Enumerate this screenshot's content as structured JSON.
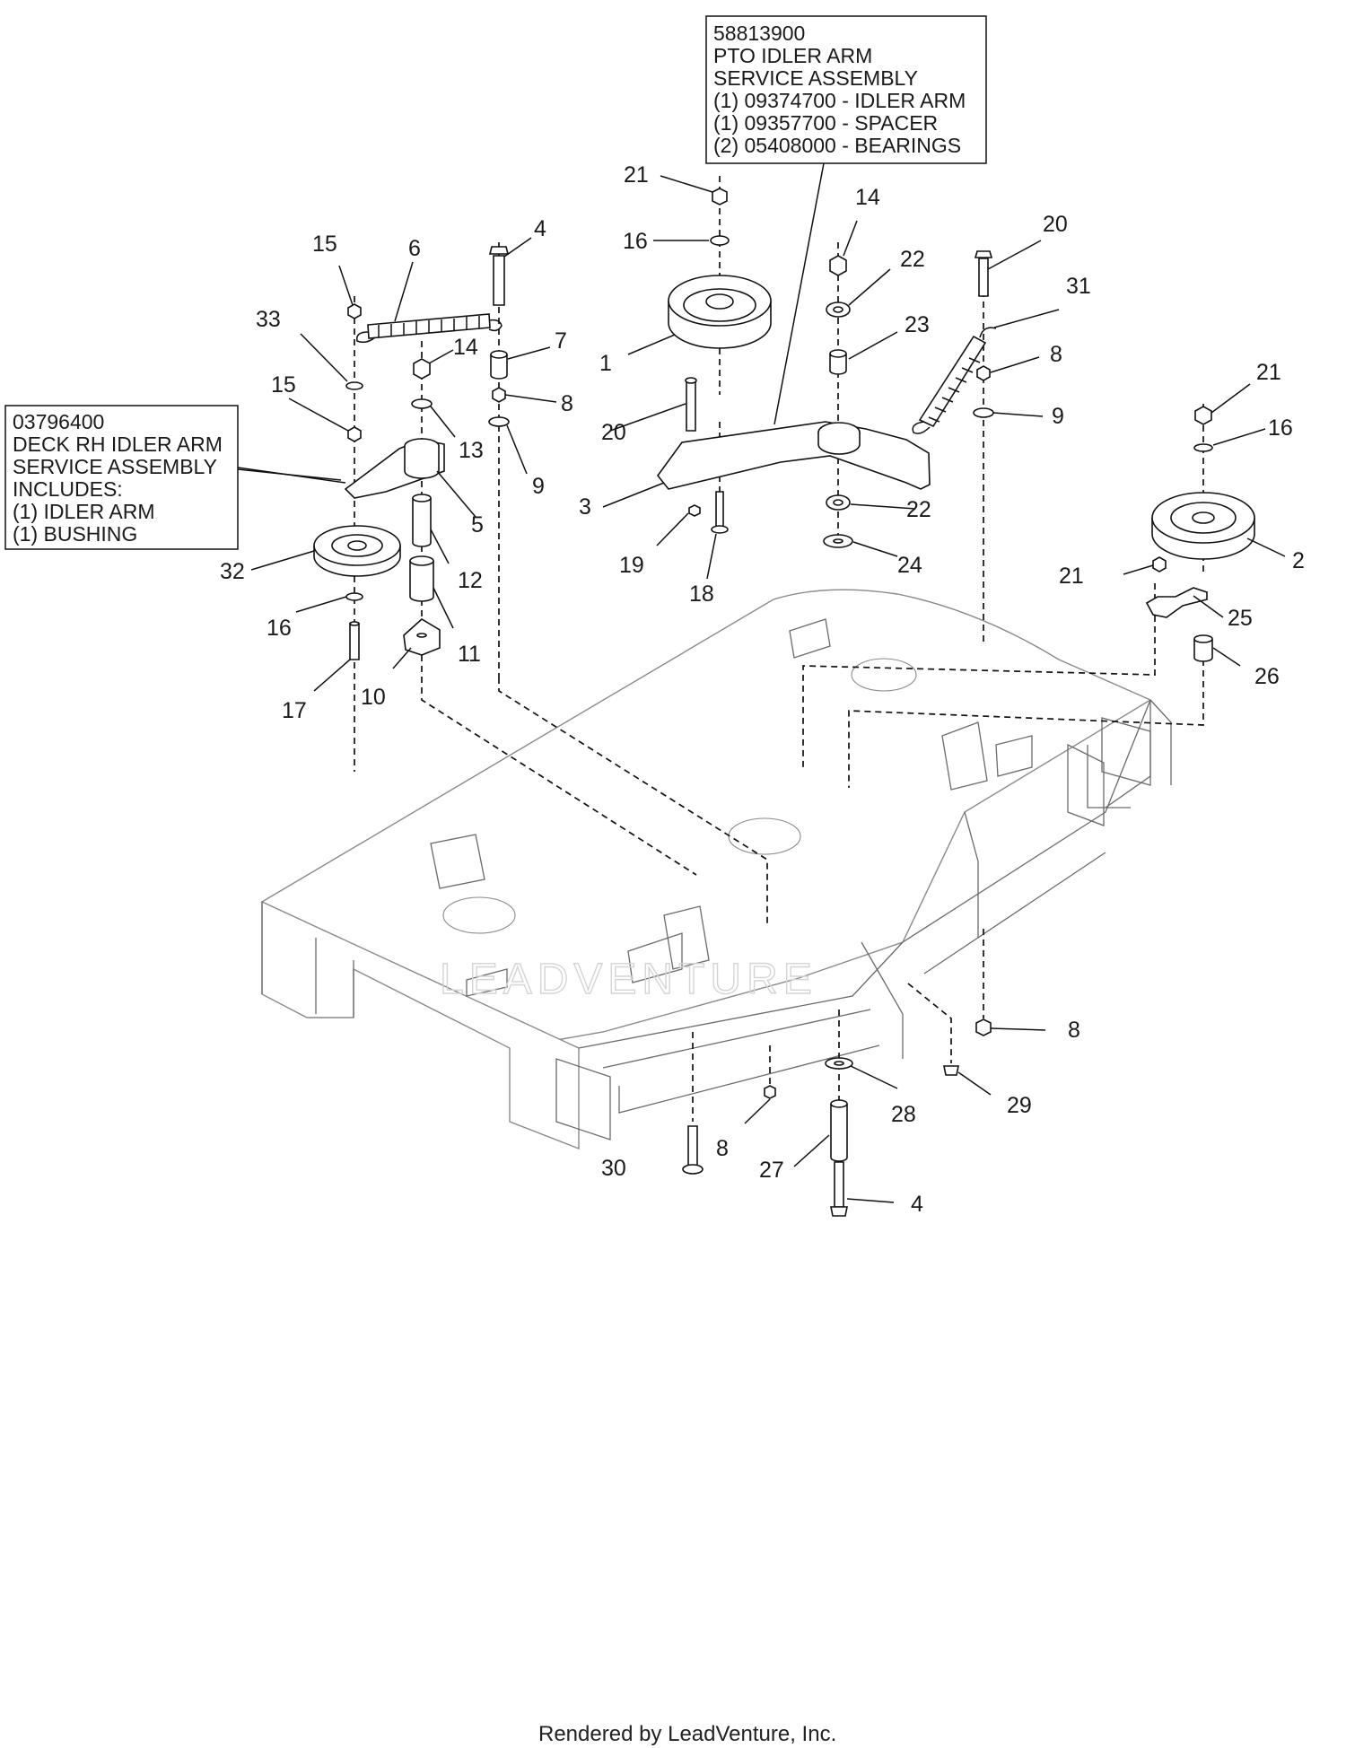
{
  "callouts": [
    {
      "id": "c21a",
      "label": "21"
    },
    {
      "id": "c16a",
      "label": "16"
    },
    {
      "id": "c14a",
      "label": "14"
    },
    {
      "id": "c22a",
      "label": "22"
    },
    {
      "id": "c23",
      "label": "23"
    },
    {
      "id": "c20a",
      "label": "20"
    },
    {
      "id": "c31",
      "label": "31"
    },
    {
      "id": "c8a",
      "label": "8"
    },
    {
      "id": "c9a",
      "label": "9"
    },
    {
      "id": "c1",
      "label": "1"
    },
    {
      "id": "c20b",
      "label": "20"
    },
    {
      "id": "c3",
      "label": "3"
    },
    {
      "id": "c22b",
      "label": "22"
    },
    {
      "id": "c24",
      "label": "24"
    },
    {
      "id": "c19",
      "label": "19"
    },
    {
      "id": "c18",
      "label": "18"
    },
    {
      "id": "c15a",
      "label": "15"
    },
    {
      "id": "c6",
      "label": "6"
    },
    {
      "id": "c4a",
      "label": "4"
    },
    {
      "id": "c33",
      "label": "33"
    },
    {
      "id": "c7",
      "label": "7"
    },
    {
      "id": "c14b",
      "label": "14"
    },
    {
      "id": "c8b",
      "label": "8"
    },
    {
      "id": "c15b",
      "label": "15"
    },
    {
      "id": "c13",
      "label": "13"
    },
    {
      "id": "c9b",
      "label": "9"
    },
    {
      "id": "c5",
      "label": "5"
    },
    {
      "id": "c12",
      "label": "12"
    },
    {
      "id": "c32",
      "label": "32"
    },
    {
      "id": "c11",
      "label": "11"
    },
    {
      "id": "c16b",
      "label": "16"
    },
    {
      "id": "c10",
      "label": "10"
    },
    {
      "id": "c17",
      "label": "17"
    },
    {
      "id": "c21b",
      "label": "21"
    },
    {
      "id": "c16c",
      "label": "16"
    },
    {
      "id": "c2",
      "label": "2"
    },
    {
      "id": "c21c",
      "label": "21"
    },
    {
      "id": "c25",
      "label": "25"
    },
    {
      "id": "c26",
      "label": "26"
    },
    {
      "id": "c8c",
      "label": "8"
    },
    {
      "id": "c28",
      "label": "28"
    },
    {
      "id": "c29",
      "label": "29"
    },
    {
      "id": "c8d",
      "label": "8"
    },
    {
      "id": "c30",
      "label": "30"
    },
    {
      "id": "c27",
      "label": "27"
    },
    {
      "id": "c4b",
      "label": "4"
    }
  ],
  "pto_box": {
    "lines": [
      "58813900",
      "PTO IDLER ARM",
      "SERVICE ASSEMBLY",
      "(1) 09374700 - IDLER ARM",
      "(1) 09357700 - SPACER",
      "(2) 05408000 - BEARINGS"
    ]
  },
  "rh_box": {
    "lines": [
      "03796400",
      "DECK RH IDLER ARM",
      "SERVICE ASSEMBLY",
      "INCLUDES:",
      "(1) IDLER ARM",
      "(1)  BUSHING"
    ]
  },
  "watermark": "LEADVENTURE",
  "footer": "Rendered by LeadVenture, Inc."
}
